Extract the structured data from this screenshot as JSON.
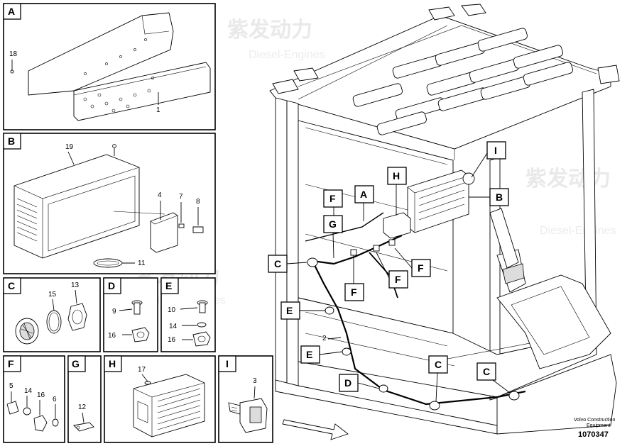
{
  "watermark": {
    "chinese": "紫发动力",
    "english": "Diesel-Engines"
  },
  "panels": {
    "A": {
      "label": "A",
      "parts": [
        "18",
        "1"
      ]
    },
    "B": {
      "label": "B",
      "parts": [
        "19",
        "4",
        "7",
        "8",
        "11"
      ]
    },
    "C": {
      "label": "C",
      "parts": [
        "15",
        "13"
      ]
    },
    "D": {
      "label": "D",
      "parts": [
        "9",
        "16"
      ]
    },
    "E": {
      "label": "E",
      "parts": [
        "10",
        "14",
        "16"
      ]
    },
    "F": {
      "label": "F",
      "parts": [
        "5",
        "14",
        "16",
        "6"
      ]
    },
    "G": {
      "label": "G",
      "parts": [
        "12"
      ]
    },
    "H": {
      "label": "H",
      "parts": [
        "17"
      ]
    },
    "I": {
      "label": "I",
      "parts": [
        "3"
      ]
    }
  },
  "main_callouts": [
    "I",
    "H",
    "F",
    "A",
    "B",
    "G",
    "C",
    "F",
    "F",
    "F",
    "E",
    "2",
    "E",
    "D",
    "C",
    "C"
  ],
  "footer": {
    "brand_line1": "Volvo Construction",
    "brand_line2": "Equipment",
    "doc_number": "1070347"
  }
}
